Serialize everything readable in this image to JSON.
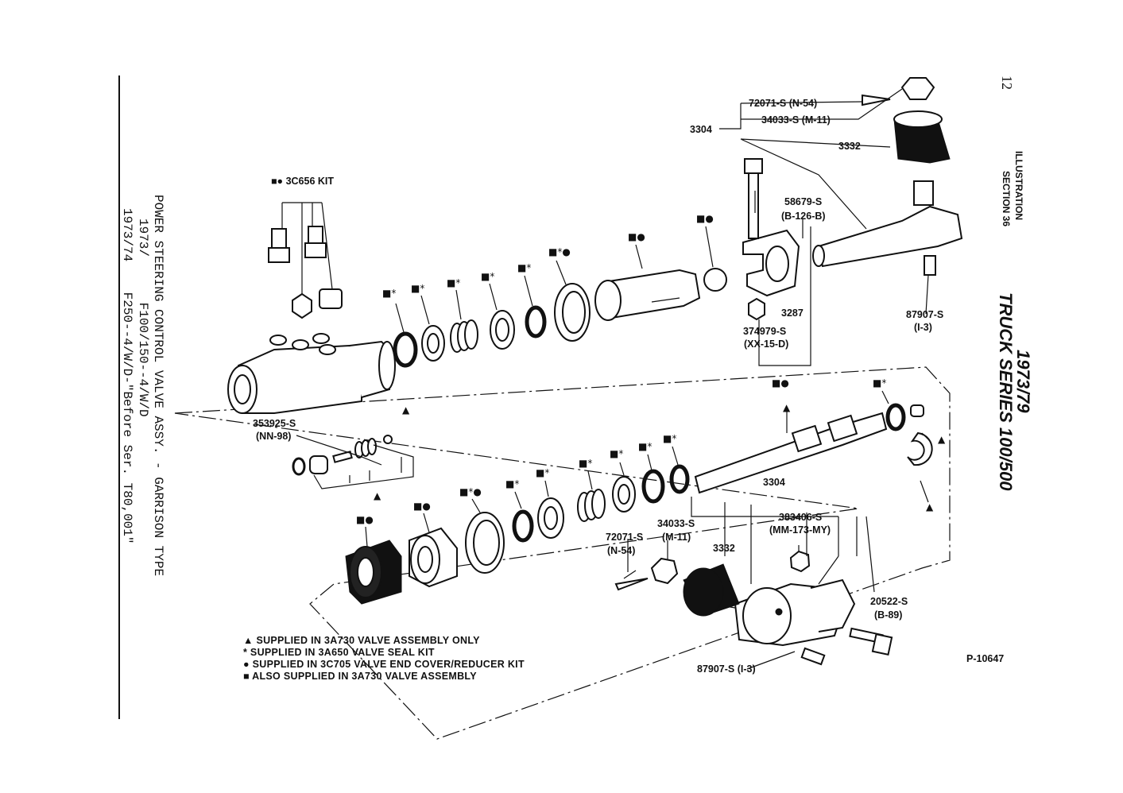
{
  "page_number": "12",
  "header": {
    "section_line1": "ILLUSTRATION",
    "section_line2": "SECTION 36",
    "series_line1": "1973/79",
    "series_line2": "TRUCK SERIES 100/500"
  },
  "title": {
    "line1": "POWER STEERING CONTROL VALVE ASSY. - GARRISON TYPE",
    "line2": "1973/      F100/150--4/W/D",
    "line3": "1973/74    F250--4/W/D-\"Before Ser. T80,001\""
  },
  "labels": {
    "kit_3c656": "■● 3C656 KIT",
    "p72071_top": "72071-S (N-54)",
    "p34033_top": "34033-S (M-11)",
    "p3304_top": "3304",
    "p3332_top": "3332",
    "p58679_a": "58679-S",
    "p58679_b": "(B-126-B)",
    "p87907_top_a": "87907-S",
    "p87907_top_b": "(I-3)",
    "p3287": "3287",
    "p374979_a": "374979-S",
    "p374979_b": "(XX-15-D)",
    "p353925_a": "353925-S",
    "p353925_b": "(NN-98)",
    "p3304_mid": "3304",
    "p72071_bot_a": "72071-S",
    "p72071_bot_b": "(N-54)",
    "p34033_bot_a": "34033-S",
    "p34033_bot_b": "(M-11)",
    "p3332_bot": "3332",
    "p383406_a": "383406-S",
    "p383406_b": "(MM-173-MY)",
    "p20522_a": "20522-S",
    "p20522_b": "(B-89)",
    "p87907_bot": "87907-S (I-3)",
    "fig_number": "P-10647"
  },
  "symbols": {
    "sq_dot": "■●",
    "sq_star": "■*",
    "sq_star_dot": "■*●",
    "triangle": "▲"
  },
  "legend": [
    "▲ SUPPLIED IN 3A730 VALVE ASSEMBLY ONLY",
    "* SUPPLIED IN 3A650 VALVE SEAL KIT",
    "● SUPPLIED IN 3C705 VALVE  END COVER/REDUCER KIT",
    "■ ALSO SUPPLIED IN 3A730 VALVE ASSEMBLY"
  ]
}
